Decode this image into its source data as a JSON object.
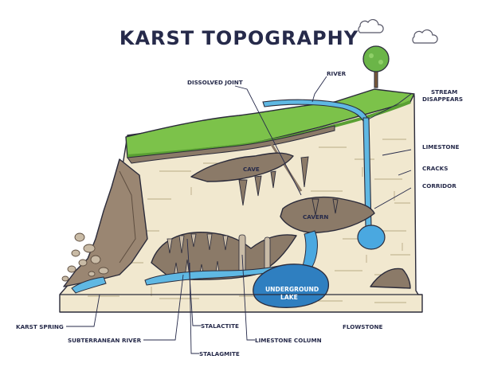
{
  "title": "KARST TOPOGRAPHY",
  "labels": {
    "dissolved_joint": "DISSOLVED JOINT",
    "river": "RIVER",
    "stream_disappears_1": "STREAM",
    "stream_disappears_2": "DISAPPEARS",
    "limestone": "LIMESTONE",
    "cracks": "CRACKS",
    "corridor": "CORRIDOR",
    "cave": "CAVE",
    "cavern": "CAVERN",
    "underground_lake_1": "UNDERGROUND",
    "underground_lake_2": "LAKE",
    "karst_spring": "KARST SPRING",
    "subterranean_river": "SUBTERRANEAN RIVER",
    "stalactite": "STALACTITE",
    "stalagmite": "STALAGMITE",
    "limestone_column": "LIMESTONE COLUMN",
    "flowstone": "FLOWSTONE"
  },
  "colors": {
    "grass": "#7cc24a",
    "grass_dark": "#5aa033",
    "limestone": "#f1e8cf",
    "cave_brown": "#8b7a68",
    "water": "#5fb8e3",
    "water_dark": "#2f7fc0",
    "outline": "#2b2b3a",
    "text": "#262a4a"
  },
  "icons": [
    "tree-icon",
    "cloud-icon",
    "cloud-icon"
  ]
}
